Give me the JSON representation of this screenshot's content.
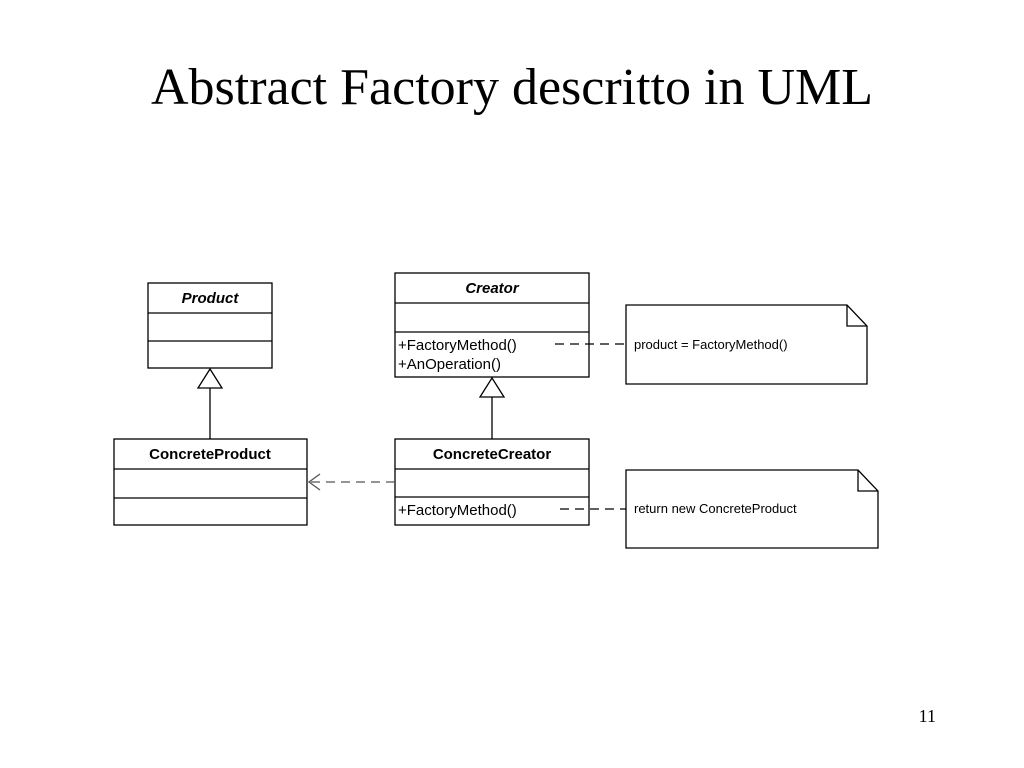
{
  "slide": {
    "title": "Abstract Factory descritto in UML",
    "page_number": "11"
  },
  "diagram": {
    "classes": {
      "product": {
        "name": "Product",
        "abstract": true,
        "operations": []
      },
      "creator": {
        "name": "Creator",
        "abstract": true,
        "operations": [
          "+FactoryMethod()",
          "+AnOperation()"
        ]
      },
      "concrete_product": {
        "name": "ConcreteProduct",
        "abstract": false,
        "operations": []
      },
      "concrete_creator": {
        "name": "ConcreteCreator",
        "abstract": false,
        "operations": [
          "+FactoryMethod()"
        ]
      }
    },
    "notes": {
      "creator_note": "product = FactoryMethod()",
      "concrete_creator_note": "return new ConcreteProduct"
    },
    "relations": [
      {
        "type": "generalization",
        "from": "ConcreteProduct",
        "to": "Product"
      },
      {
        "type": "generalization",
        "from": "ConcreteCreator",
        "to": "Creator"
      },
      {
        "type": "dependency",
        "from": "ConcreteCreator",
        "to": "ConcreteProduct"
      },
      {
        "type": "note-link",
        "from": "Creator.FactoryMethod",
        "to": "creator_note"
      },
      {
        "type": "note-link",
        "from": "ConcreteCreator.FactoryMethod",
        "to": "concrete_creator_note"
      }
    ]
  }
}
